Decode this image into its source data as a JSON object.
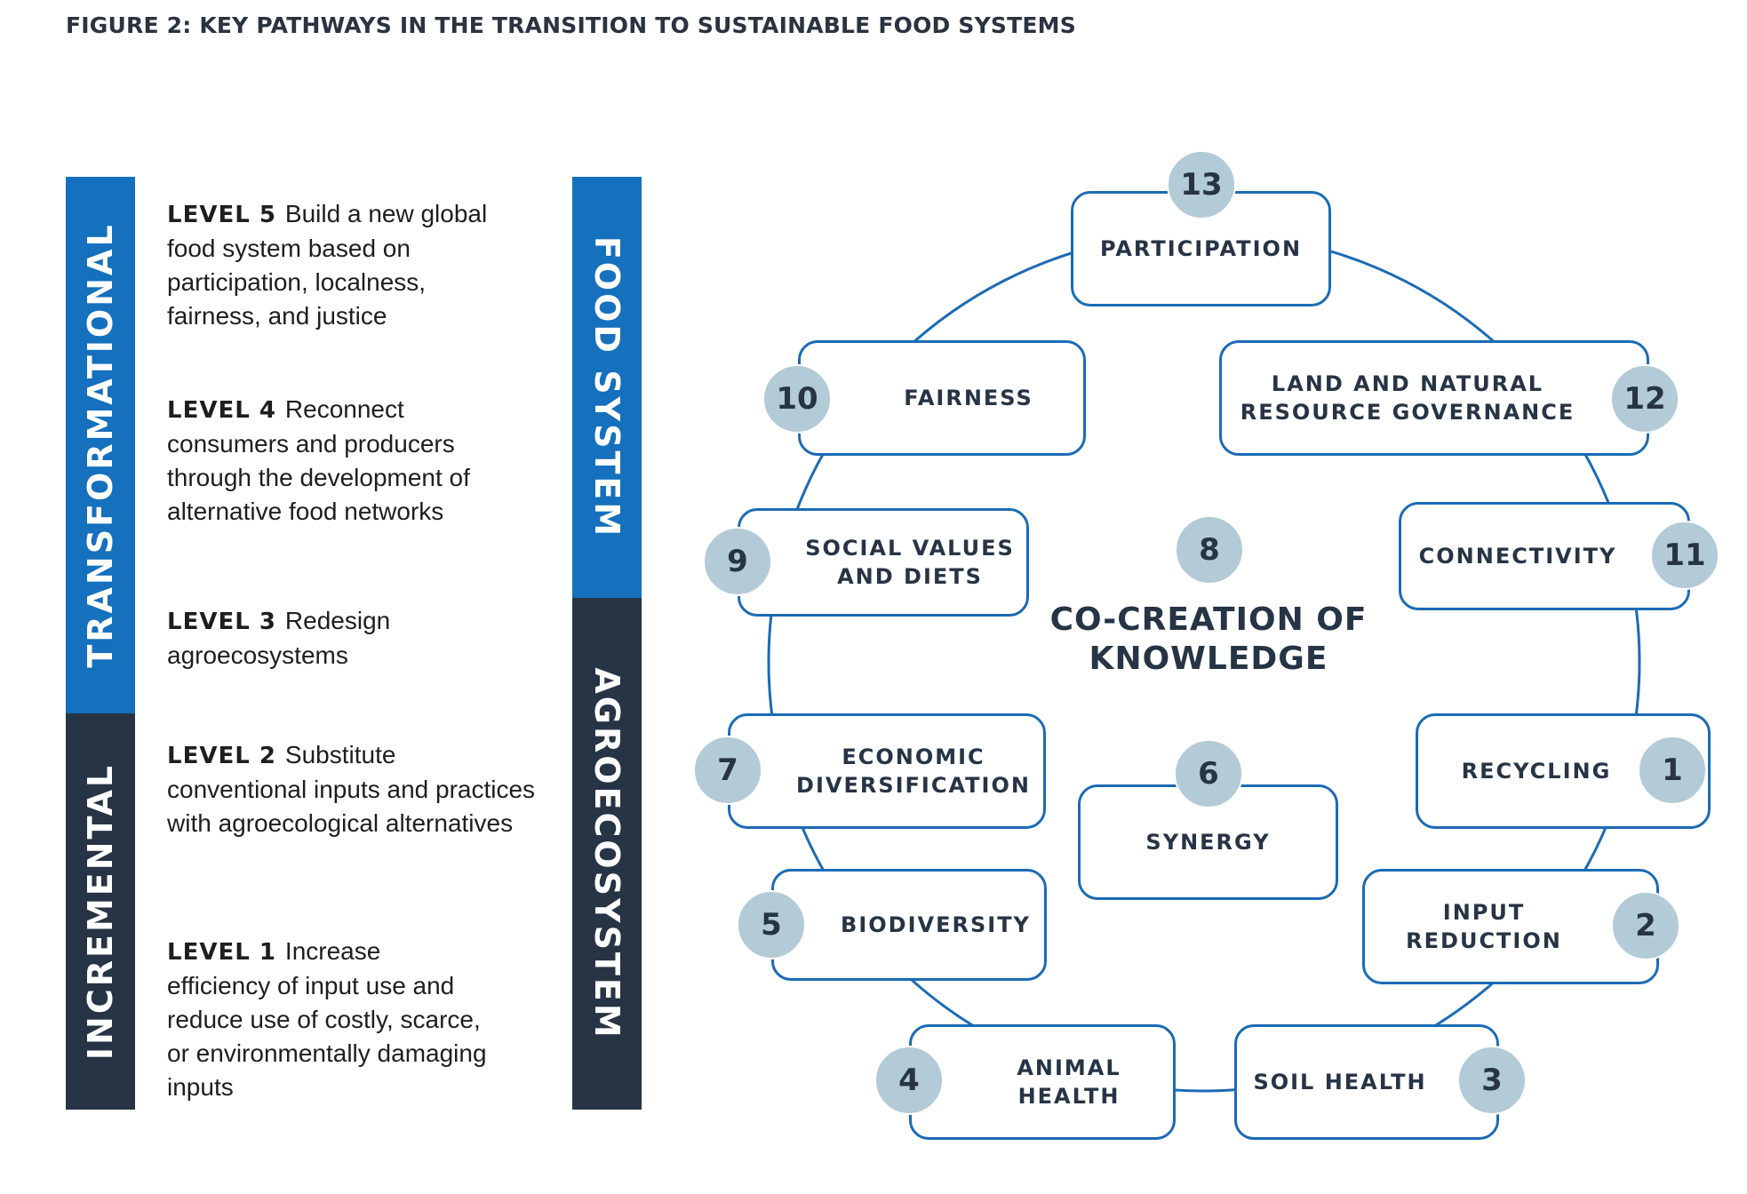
{
  "title": "FIGURE 2: KEY PATHWAYS IN THE TRANSITION TO SUSTAINABLE FOOD SYSTEMS",
  "bars": {
    "transformational": "TRANSFORMATIONAL",
    "incremental": "INCREMENTAL",
    "food_system": "FOOD SYSTEM",
    "agroecosystem": "AGROECOSYSTEM"
  },
  "levels": [
    {
      "key": "LEVEL 5",
      "text": "Build a new global food system based on participation, localness, fairness, and justice"
    },
    {
      "key": "LEVEL 4",
      "text": "Reconnect consumers and producers through the development of alternative food networks"
    },
    {
      "key": "LEVEL 3",
      "text": "Redesign agroecosystems"
    },
    {
      "key": "LEVEL 2",
      "text": "Substitute conventional inputs and practices with agroecological alternatives"
    },
    {
      "key": "LEVEL 1",
      "text": "Increase efficiency of input use and reduce use of costly, scarce, or environmentally damaging inputs"
    }
  ],
  "principles": {
    "p1": {
      "num": "1",
      "label": "RECYCLING"
    },
    "p2": {
      "num": "2",
      "label": "INPUT REDUCTION"
    },
    "p3": {
      "num": "3",
      "label": "SOIL HEALTH"
    },
    "p4": {
      "num": "4",
      "label": "ANIMAL HEALTH"
    },
    "p5": {
      "num": "5",
      "label": "BIODIVERSITY"
    },
    "p6": {
      "num": "6",
      "label": "SYNERGY"
    },
    "p7": {
      "num": "7",
      "label": "ECONOMIC DIVERSIFICATION"
    },
    "p8": {
      "num": "8",
      "label": "CO-CREATION OF KNOWLEDGE"
    },
    "p9": {
      "num": "9",
      "label": "SOCIAL VALUES AND DIETS"
    },
    "p10": {
      "num": "10",
      "label": "FAIRNESS"
    },
    "p11": {
      "num": "11",
      "label": "CONNECTIVITY"
    },
    "p12": {
      "num": "12",
      "label": "LAND AND NATURAL RESOURCE GOVERNANCE"
    },
    "p13": {
      "num": "13",
      "label": "PARTICIPATION"
    }
  },
  "colors": {
    "transformational_blue": "#1570bd",
    "incremental_dark": "#263445",
    "box_border": "#1b6bb5",
    "number_circle": "#b3cad7"
  }
}
